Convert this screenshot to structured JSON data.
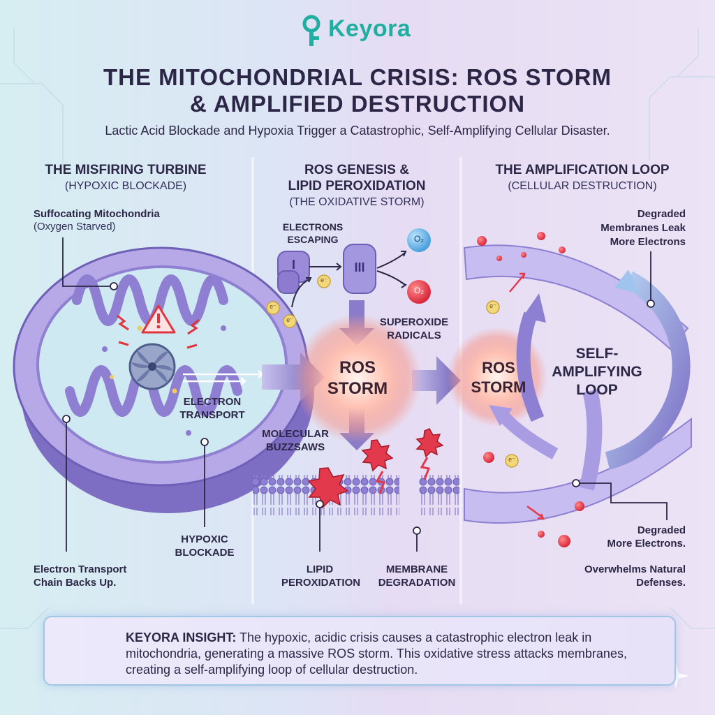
{
  "brand": {
    "name": "Keyora",
    "color": "#1fae9f"
  },
  "header": {
    "title_line1": "THE MITOCHONDRIAL CRISIS: ROS STORM",
    "title_line2": "& AMPLIFIED DESTRUCTION",
    "subtitle": "Lactic Acid Blockade and Hypoxia Trigger a Catastrophic, Self-Amplifying Cellular Disaster."
  },
  "col1": {
    "heading": "THE MISFIRING TURBINE",
    "sub": "(HYPOXIC BLOCKADE)",
    "label_suffocating": "Suffocating Mitochondria",
    "label_suffocating_sub": "(Oxygen Starved)",
    "label_electron_transport_1": "ELECTRON",
    "label_electron_transport_2": "TRANSPORT",
    "label_hypoxic_1": "HYPOXIC",
    "label_hypoxic_2": "BLOCKADE",
    "label_chain_1": "Electron Transport",
    "label_chain_2": "Chain Backs Up."
  },
  "col2": {
    "heading_1": "ROS GENESIS &",
    "heading_2": "LIPID PEROXIDATION",
    "sub": "(THE OXIDATIVE STORM)",
    "label_electrons_1": "ELECTRONS",
    "label_electrons_2": "ESCAPING",
    "complex_1": "I",
    "complex_3": "III",
    "o2_label": "O₂",
    "electron_symbol": "e⁻",
    "label_superoxide_1": "SUPEROXIDE",
    "label_superoxide_2": "RADICALS",
    "storm_1": "ROS",
    "storm_2": "STORM",
    "label_buzzsaws_1": "MOLECULAR",
    "label_buzzsaws_2": "BUZZSAWS",
    "label_lipid_1": "LIPID",
    "label_lipid_2": "PEROXIDATION",
    "label_membrane_1": "MEMBRANE",
    "label_membrane_2": "DEGRADATION"
  },
  "col3": {
    "heading": "THE AMPLIFICATION LOOP",
    "sub": "(CELLULAR DESTRUCTION)",
    "label_degraded_top_1": "Degraded",
    "label_degraded_top_2": "Membranes Leak",
    "label_degraded_top_3": "More Electrons",
    "storm_1": "ROS",
    "storm_2": "STORM",
    "loop_1": "SELF-",
    "loop_2": "AMPLIFYING",
    "loop_3": "LOOP",
    "label_degraded_bottom_1": "Degraded",
    "label_degraded_bottom_2": "More Electrons.",
    "label_overwhelms_1": "Overwhelms Natural",
    "label_overwhelms_2": "Defenses."
  },
  "insight": {
    "heading": "KEYORA INSIGHT:",
    "text": "The hypoxic, acidic crisis causes a catastrophic electron leak in mitochondria, generating a massive ROS storm. This oxidative stress attacks membranes, creating a self-amplifying loop of cellular destruction."
  },
  "icons": [
    "key-logo-icon",
    "warning-icon",
    "turbine-icon",
    "brain-icon",
    "sparkle-icon"
  ]
}
